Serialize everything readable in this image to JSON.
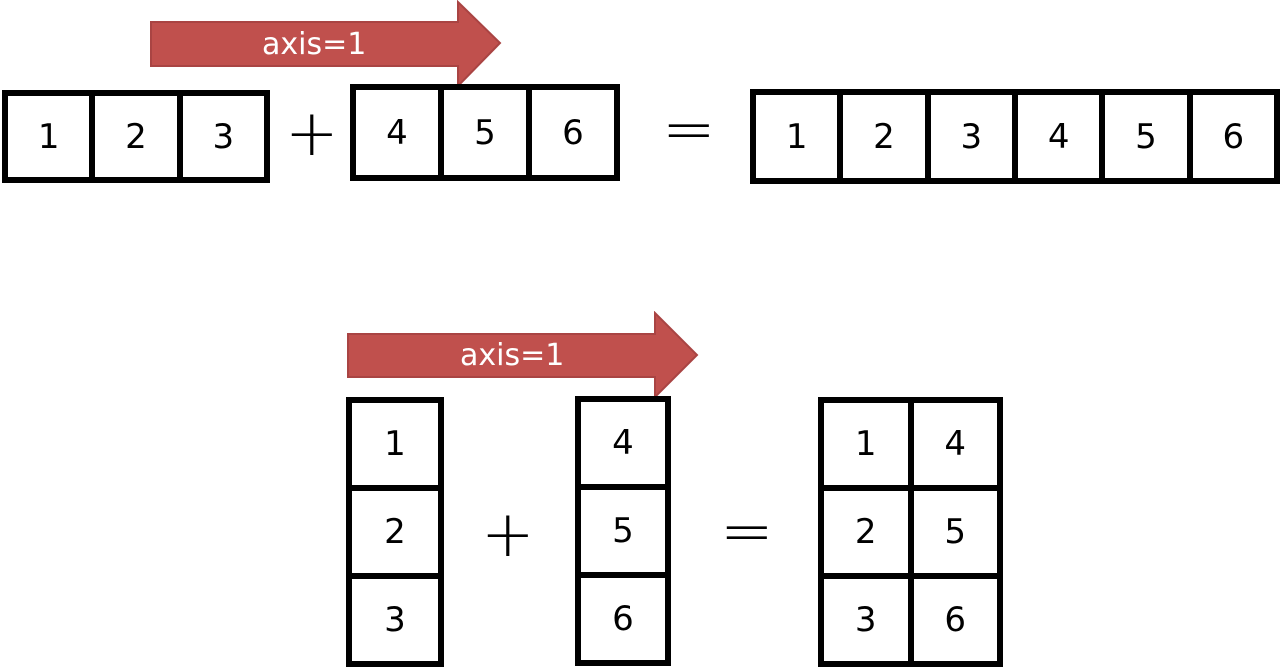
{
  "colors": {
    "arrow_fill": "#c0504d",
    "arrow_stroke": "#a94443",
    "arrow_text": "#ffffff",
    "border": "#000000"
  },
  "top": {
    "arrow_label": "axis=1",
    "a": [
      "1",
      "2",
      "3"
    ],
    "plus": "+",
    "b": [
      "4",
      "5",
      "6"
    ],
    "equals": "=",
    "result": [
      "1",
      "2",
      "3",
      "4",
      "5",
      "6"
    ]
  },
  "bottom": {
    "arrow_label": "axis=1",
    "a": [
      "1",
      "2",
      "3"
    ],
    "plus": "+",
    "b": [
      "4",
      "5",
      "6"
    ],
    "equals": "=",
    "result": [
      "1",
      "4",
      "2",
      "5",
      "3",
      "6"
    ]
  }
}
